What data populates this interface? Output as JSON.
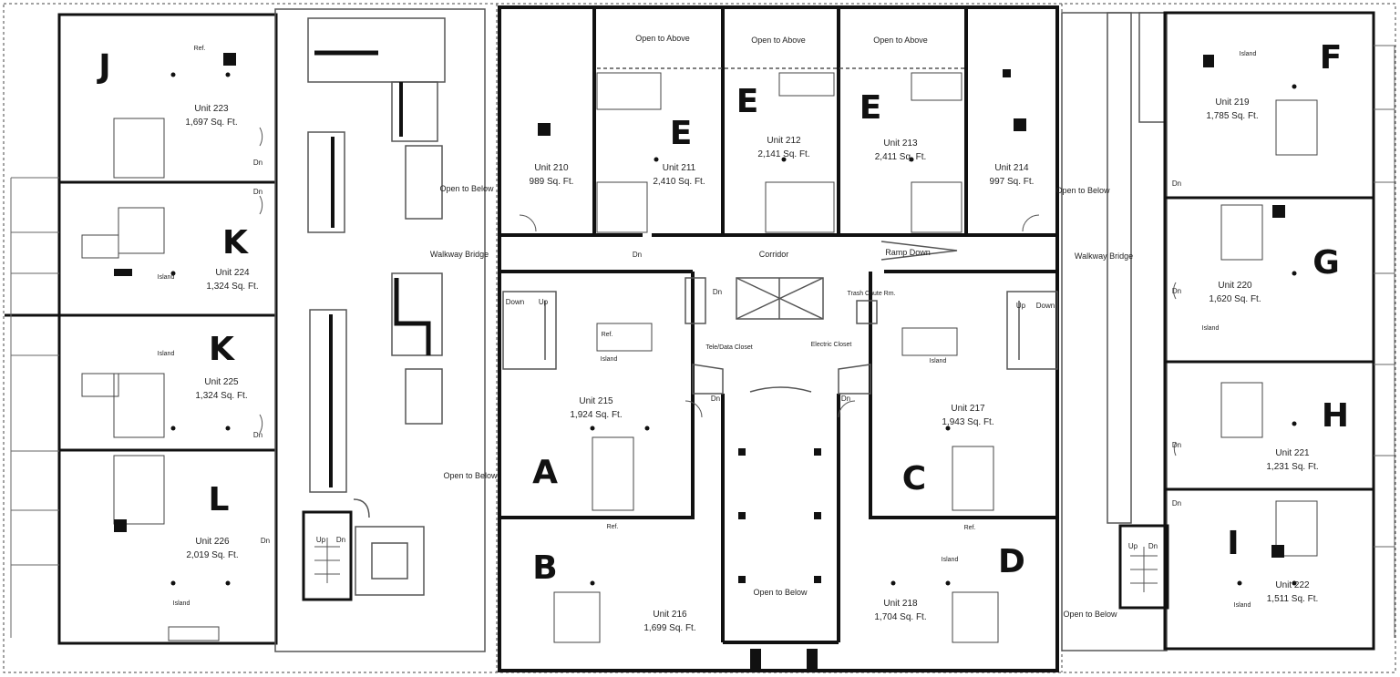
{
  "units": [
    {
      "letter": "J",
      "name": "Unit 223",
      "area": "1,697 Sq. Ft."
    },
    {
      "letter": "K",
      "name": "Unit 224",
      "area": "1,324 Sq. Ft."
    },
    {
      "letter": "K",
      "name": "Unit 225",
      "area": "1,324 Sq. Ft."
    },
    {
      "letter": "L",
      "name": "Unit 226",
      "area": "2,019 Sq. Ft."
    },
    {
      "letter": "",
      "name": "Unit 210",
      "area": "989 Sq. Ft."
    },
    {
      "letter": "E",
      "name": "Unit 211",
      "area": "2,410 Sq. Ft."
    },
    {
      "letter": "E",
      "name": "Unit 212",
      "area": "2,141 Sq. Ft."
    },
    {
      "letter": "E",
      "name": "Unit 213",
      "area": "2,411 Sq. Ft."
    },
    {
      "letter": "",
      "name": "Unit 214",
      "area": "997 Sq. Ft."
    },
    {
      "letter": "A",
      "name": "Unit 215",
      "area": "1,924 Sq. Ft."
    },
    {
      "letter": "B",
      "name": "Unit 216",
      "area": "1,699 Sq. Ft."
    },
    {
      "letter": "C",
      "name": "Unit 217",
      "area": "1,943 Sq. Ft."
    },
    {
      "letter": "D",
      "name": "Unit 218",
      "area": "1,704 Sq. Ft."
    },
    {
      "letter": "F",
      "name": "Unit 219",
      "area": "1,785 Sq. Ft."
    },
    {
      "letter": "G",
      "name": "Unit 220",
      "area": "1,620 Sq. Ft."
    },
    {
      "letter": "H",
      "name": "Unit 221",
      "area": "1,231 Sq. Ft."
    },
    {
      "letter": "I",
      "name": "Unit 222",
      "area": "1,511 Sq. Ft."
    }
  ],
  "labels": {
    "walkway_bridge": "Walkway Bridge",
    "open_to_below": "Open to Below",
    "open_to_above": "Open to Above",
    "corridor": "Corridor",
    "ramp_down": "Ramp Down",
    "down": "Down",
    "up": "Up",
    "dn": "Dn",
    "tele_data_closet": "Tele/Data Closet",
    "electric_closet": "Electric Closet",
    "trash_chute_rm": "Trash Chute Rm.",
    "island": "Island",
    "ref": "Ref."
  },
  "colors": {
    "wall": "#111111",
    "line": "#555555",
    "paper": "#ffffff"
  }
}
